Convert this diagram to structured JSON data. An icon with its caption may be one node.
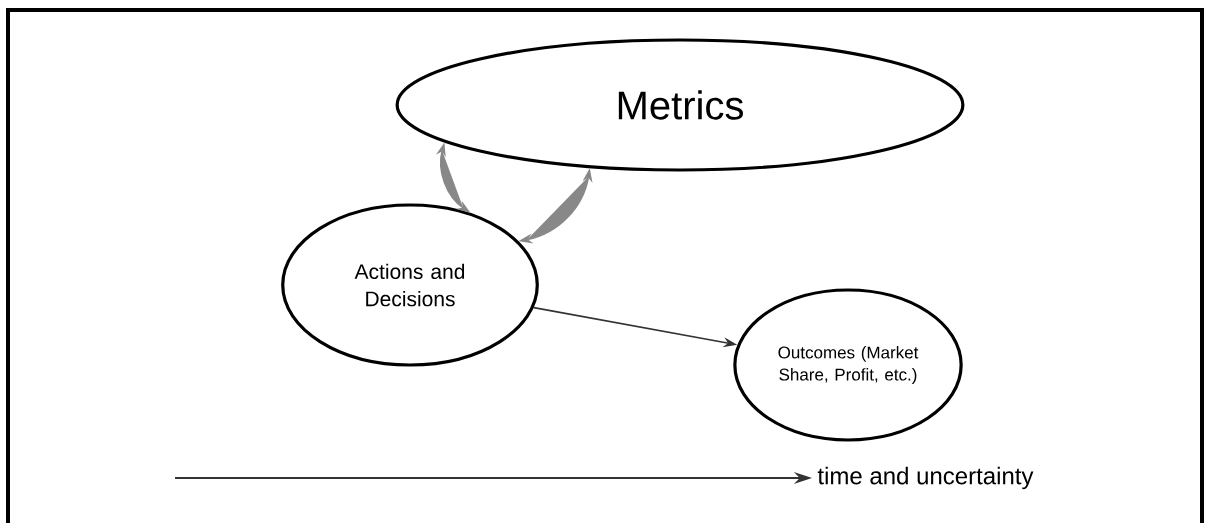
{
  "diagram": {
    "nodes": [
      {
        "text": [
          "Metrics"
        ]
      },
      {
        "text": [
          "Actions and Decisions"
        ]
      },
      {
        "text": [
          "Outcomes (Market Share, Profit, etc.)"
        ]
      }
    ],
    "edges": [
      {
        "from": 0,
        "to": 1,
        "arrow": "both"
      },
      {
        "from": 1,
        "to": 0,
        "arrow": "both"
      },
      {
        "from": 1,
        "to": 2,
        "arrow": "to",
        "color": "#333333"
      }
    ],
    "labels": [
      "time and uncertainty"
    ]
  }
}
